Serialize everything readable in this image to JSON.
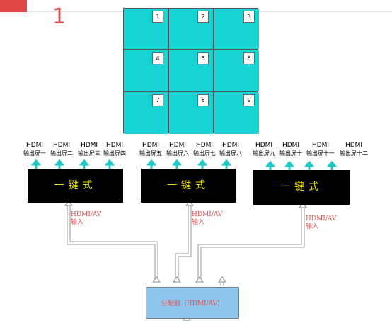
{
  "slide_number": "1",
  "tiles": [
    "1",
    "2",
    "3",
    "4",
    "5",
    "6",
    "7",
    "8",
    "9"
  ],
  "outputs": [
    {
      "line1": "HDMI",
      "line2": "输出屏一"
    },
    {
      "line1": "HDMI",
      "line2": "输出屏二"
    },
    {
      "line1": "HDMI",
      "line2": "输出屏三"
    },
    {
      "line1": "HDMI",
      "line2": "输出屏四"
    },
    {
      "line1": "HDMI",
      "line2": "输出屏五"
    },
    {
      "line1": "HDMI",
      "line2": "输出屏六"
    },
    {
      "line1": "HDMI",
      "line2": "输出屏七"
    },
    {
      "line1": "HDMI",
      "line2": "输出屏八"
    },
    {
      "line1": "HDMI",
      "line2": "输出屏九"
    },
    {
      "line1": "HDMI",
      "line2": "输出屏十"
    },
    {
      "line1": "HDMI",
      "line2": "输出屏十一"
    },
    {
      "line1": "HDMI",
      "line2": "输出屏十二"
    }
  ],
  "boxes": [
    {
      "label": "一键式"
    },
    {
      "label": "一键式"
    },
    {
      "label": "一键式"
    }
  ],
  "inputs": [
    {
      "line1": "HDMI/AV",
      "line2": "输入"
    },
    {
      "line1": "HDMI/AV",
      "line2": "输入"
    },
    {
      "line1": "HDMI/AV",
      "line2": "输入"
    }
  ],
  "splitter": {
    "label": "分配器（HDMI/AV）"
  },
  "colors": {
    "tile": "#17d4d4",
    "arrow": "#1fc8c8",
    "box": "#000000",
    "box_text": "#e8e000",
    "input_text": "#e05050",
    "splitter": "#8fc6ef"
  }
}
